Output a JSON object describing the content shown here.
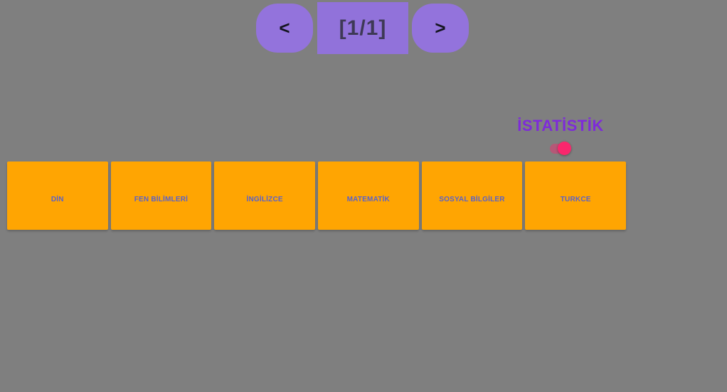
{
  "pager": {
    "prev_label": "<",
    "indicator": "[1/1]",
    "next_label": ">"
  },
  "stats": {
    "title": "İSTATİSTİK",
    "switch_state": "on"
  },
  "cards": [
    {
      "label": "DİN"
    },
    {
      "label": "FEN BİLİMLERİ"
    },
    {
      "label": "İNGİLİZCE"
    },
    {
      "label": "MATEMATİK"
    },
    {
      "label": "SOSYAL BİLGİLER"
    },
    {
      "label": "TURKCE"
    }
  ],
  "colors": {
    "background": "#7f7f7f",
    "button_purple": "#9373DC",
    "indicator_purple": "#9172DA",
    "indicator_text": "#3E3956",
    "title_purple": "#7E2BD9",
    "switch_pink": "#F9276D",
    "card_orange": "#FFA502",
    "card_text_blue": "#5A62C9"
  }
}
